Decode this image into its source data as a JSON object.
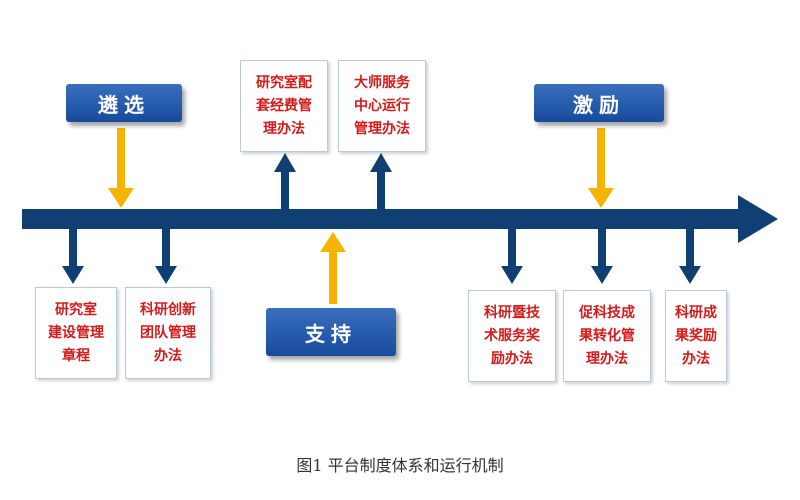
{
  "badges": {
    "selection": "遴选",
    "incentive": "激励",
    "support": "支持"
  },
  "docs": {
    "lab_funding_rules": [
      "研究室配",
      "套经费管",
      "理办法"
    ],
    "master_center_rules": [
      "大师服务",
      "中心运行",
      "管理办法"
    ],
    "lab_construction_rules": [
      "研究室",
      "建设管理",
      "章程"
    ],
    "research_team_rules": [
      "科研创新",
      "团队管理",
      "办法"
    ],
    "tech_service_award_rules": [
      "科研暨技",
      "术服务奖",
      "励办法"
    ],
    "transfer_promotion_rules": [
      "促科技成",
      "果转化管",
      "理办法"
    ],
    "achievement_award_rules": [
      "科研成",
      "果奖励",
      "办法"
    ]
  },
  "caption": "图1  平台制度体系和运行机制",
  "colors": {
    "timeline": "#0f3f73",
    "arrow_yellow": "#f5b400",
    "badge_blue": "#1f56a8",
    "doc_text": "#d41a1a"
  }
}
